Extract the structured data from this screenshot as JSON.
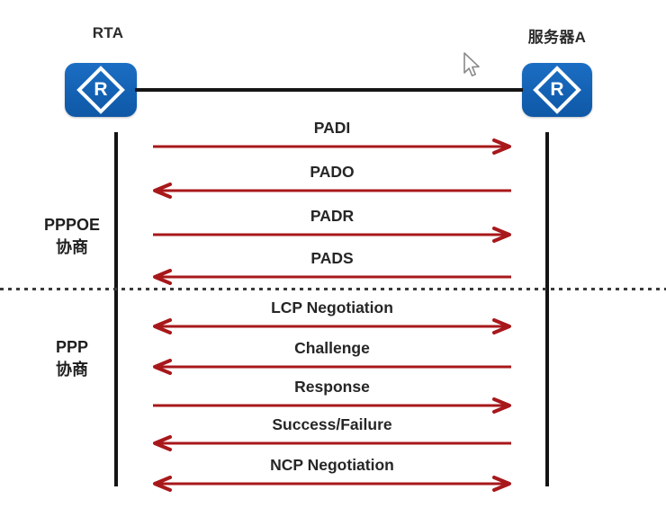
{
  "devices": {
    "left": {
      "label": "RTA",
      "icon_letter": "R"
    },
    "right": {
      "label": "服务器A",
      "icon_letter": "R"
    }
  },
  "sections": [
    {
      "line1": "PPPOE",
      "line2": "协商"
    },
    {
      "line1": "PPP",
      "line2": "协商"
    }
  ],
  "messages": [
    {
      "label": "PADI",
      "direction": "right",
      "phase": "pppoe"
    },
    {
      "label": "PADO",
      "direction": "left",
      "phase": "pppoe"
    },
    {
      "label": "PADR",
      "direction": "right",
      "phase": "pppoe"
    },
    {
      "label": "PADS",
      "direction": "left",
      "phase": "pppoe"
    },
    {
      "label": "LCP Negotiation",
      "direction": "both",
      "phase": "ppp"
    },
    {
      "label": "Challenge",
      "direction": "left",
      "phase": "ppp"
    },
    {
      "label": "Response",
      "direction": "right",
      "phase": "ppp"
    },
    {
      "label": "Success/Failure",
      "direction": "left",
      "phase": "ppp"
    },
    {
      "label": "NCP Negotiation",
      "direction": "both",
      "phase": "ppp"
    }
  ],
  "colors": {
    "arrow_red": "#a8181b",
    "device_blue": "#1565bb",
    "line_black": "#141414",
    "text_dark": "#262626"
  },
  "cursor": {
    "type": "arrow-pointer"
  }
}
